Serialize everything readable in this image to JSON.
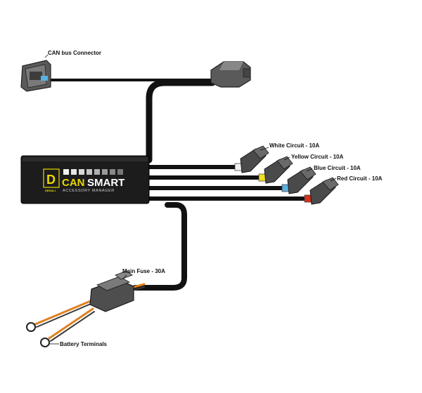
{
  "labels": {
    "can_bus": "CAN bus Connector",
    "white_circuit": "White Circuit - 10A",
    "yellow_circuit": "Yellow Circuit - 10A",
    "blue_circuit": "Blue Circuit - 10A",
    "red_circuit": "Red Circuit - 10A",
    "main_fuse": "Main Fuse - 30A",
    "battery_terminals": "Battery Terminals"
  },
  "module": {
    "logo_letter": "D",
    "logo_small": "DENALI",
    "brand_can": "CAN",
    "brand_smart": "SMART",
    "subtitle": "ACCESSORY MANAGER"
  },
  "colors": {
    "cable": "#111111",
    "module_body": "#1c1c1c",
    "brand_yellow": "#e8d800",
    "white_tip": "#f2f2f2",
    "yellow_tip": "#f0e020",
    "blue_tip": "#5ab0e0",
    "red_tip": "#d83020",
    "battery_wire_orange": "#e08020",
    "battery_wire_black": "#3a3a3a",
    "connector_gray": "#5a5a5a"
  }
}
